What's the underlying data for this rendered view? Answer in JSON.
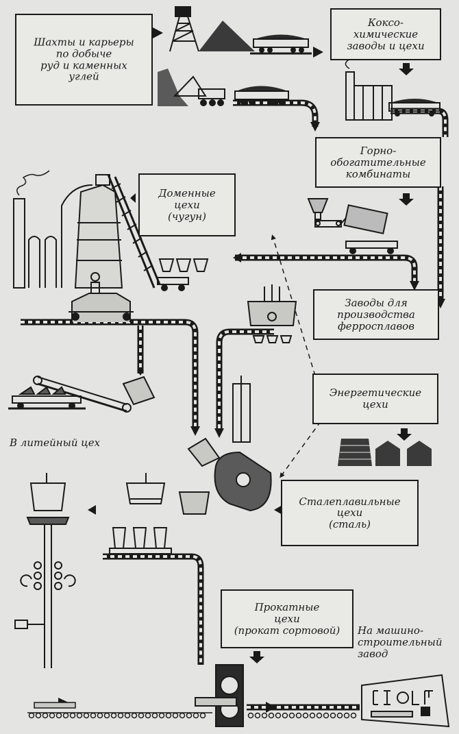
{
  "labels": {
    "mines": "Шахты и карьеры\nпо добыче\nруд и каменных\nуглей",
    "coke": "Коксо-\nхимические\nзаводы и цехи",
    "ore": "Горно-\nобогатительные\nкомбинаты",
    "blast": "Доменные\nцехи\n(чугун)",
    "ferro": "Заводы для\nпроизводства\nферросплавов",
    "energy": "Энергетические\nцехи",
    "steel": "Сталеплавильные\nцехи\n(сталь)",
    "rolling": "Прокатные\nцехи\n(прокат сортовой)",
    "foundry": "В литейный цех",
    "machine": "На машино-\nстроительный\nзавод"
  },
  "colors": {
    "ink": "#1a1a1a",
    "paper": "#e4e4e2",
    "box": "#e9e9e6"
  }
}
